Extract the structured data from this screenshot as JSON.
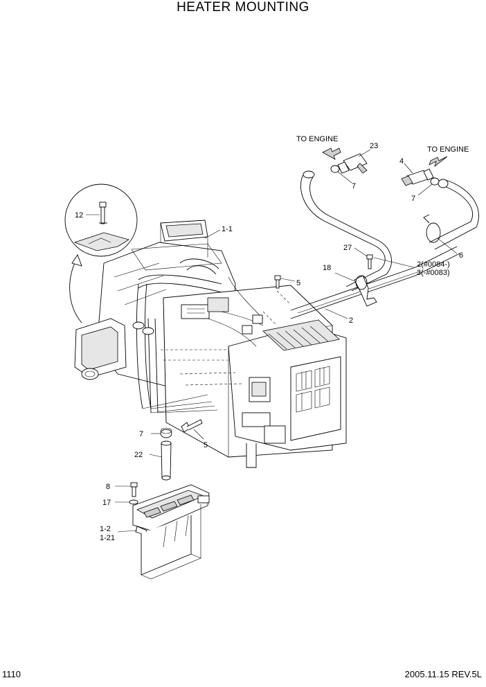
{
  "title": "HEATER MOUNTING",
  "footer": {
    "page": "1110",
    "date_rev": "2005.11.15  REV.5L"
  },
  "callouts": {
    "to_engine_left": "TO ENGINE",
    "to_engine_right": "TO ENGINE",
    "c23": "23",
    "c7a": "7",
    "c4": "4",
    "c7b": "7",
    "c12": "12",
    "c1_1": "1-1",
    "c27": "27",
    "c6": "6",
    "c18": "18",
    "c2_0084": "2(#0084-)",
    "c3_0083": "3(-#0083)",
    "c5a": "5",
    "c2": "2",
    "c7c": "7",
    "c22": "22",
    "c5b": "5",
    "c8": "8",
    "c17": "17",
    "c1_2": "1-2",
    "c1_21": "1-21"
  }
}
